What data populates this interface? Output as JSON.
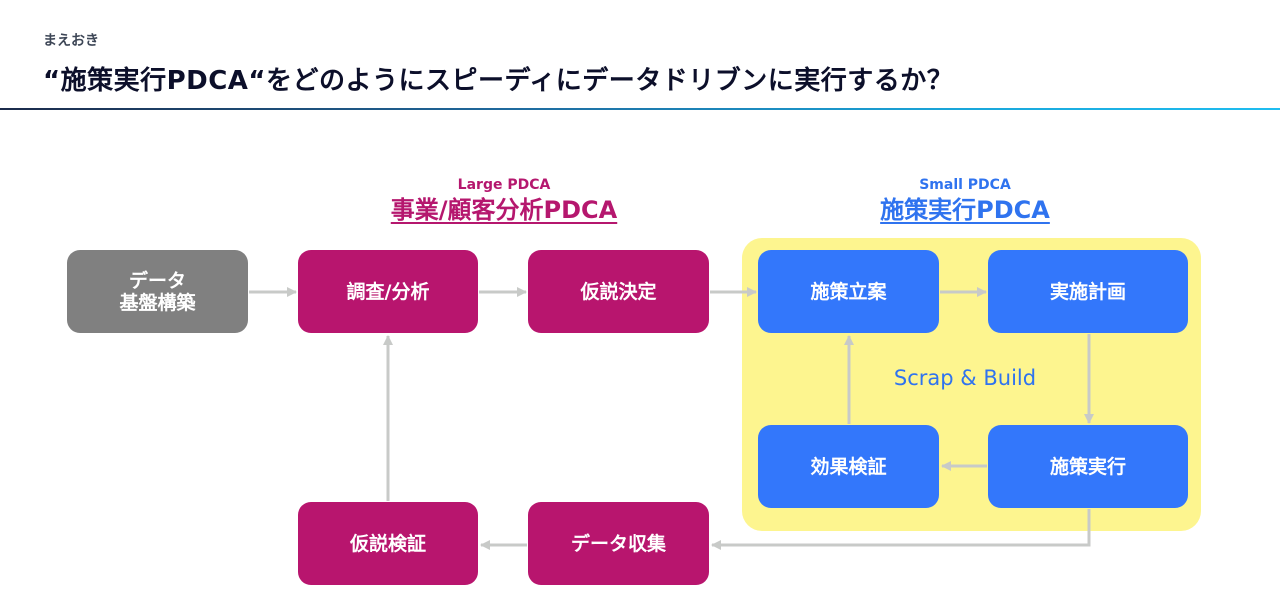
{
  "header": {
    "subtitle": "まえおき",
    "title": "“施策実行PDCA“をどのようにスピーディにデータドリブンに実行するか？"
  },
  "colors": {
    "grey_box": "#808080",
    "large_pdca": "#b8156e",
    "small_pdca": "#3377fb",
    "small_zone_bg": "#fdf58f",
    "arrow": "#c8cac8",
    "title_text": "#0c0f2a"
  },
  "groups": {
    "large": {
      "caption": "Large PDCA",
      "title": "事業/顧客分析PDCA"
    },
    "small": {
      "caption": "Small PDCA",
      "title": "施策実行PDCA",
      "cycle_label": "Scrap & Build"
    }
  },
  "nodes": {
    "data_foundation": {
      "line1": "データ",
      "line2": "基盤構築"
    },
    "research": "調査/分析",
    "hypothesis_decision": "仮説決定",
    "planning": "施策立案",
    "implementation_plan": "実施計画",
    "execution": "施策実行",
    "effect_verification": "効果検証",
    "data_collection": "データ収集",
    "hypothesis_verification": "仮説検証"
  },
  "edges": [
    {
      "from": "data_foundation",
      "to": "research"
    },
    {
      "from": "research",
      "to": "hypothesis_decision"
    },
    {
      "from": "hypothesis_decision",
      "to": "planning"
    },
    {
      "from": "planning",
      "to": "implementation_plan"
    },
    {
      "from": "implementation_plan",
      "to": "execution"
    },
    {
      "from": "execution",
      "to": "effect_verification"
    },
    {
      "from": "effect_verification",
      "to": "planning"
    },
    {
      "from": "execution",
      "to": "data_collection"
    },
    {
      "from": "data_collection",
      "to": "hypothesis_verification"
    },
    {
      "from": "hypothesis_verification",
      "to": "research"
    }
  ]
}
